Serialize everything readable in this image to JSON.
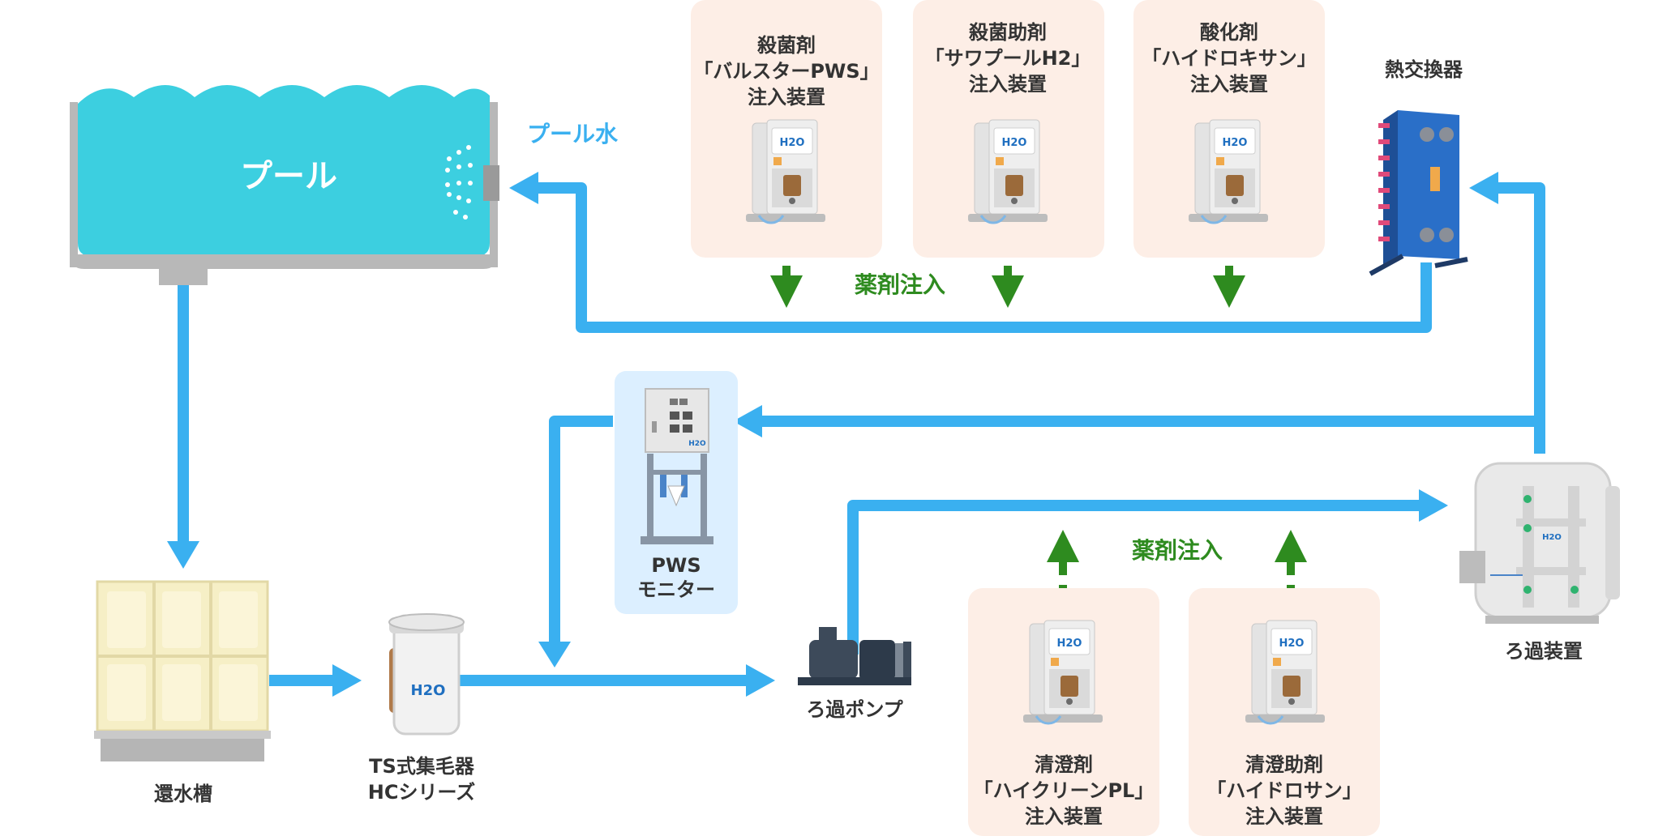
{
  "labels": {
    "pool": "プール",
    "pool_water": "プール水",
    "return_tank": "還水槽",
    "strainer_line1": "TS式集毛器",
    "strainer_line2": "HCシリーズ",
    "filter_pump": "ろ過ポンプ",
    "monitor_line1": "PWS",
    "monitor_line2": "モニター",
    "filter_unit": "ろ過装置",
    "heat_exchanger": "熱交換器",
    "chemical_injection_top": "薬剤注入",
    "chemical_injection_bottom": "薬剤注入"
  },
  "injectors_top": [
    {
      "line1": "殺菌剤",
      "line2": "「バルスターPWS」",
      "line3": "注入装置"
    },
    {
      "line1": "殺菌助剤",
      "line2": "「サワプールH2」",
      "line3": "注入装置"
    },
    {
      "line1": "酸化剤",
      "line2": "「ハイドロキサン」",
      "line3": "注入装置"
    }
  ],
  "injectors_bottom": [
    {
      "line1": "清澄剤",
      "line2": "「ハイクリーンPL」",
      "line3": "注入装置"
    },
    {
      "line1": "清澄助剤",
      "line2": "「ハイドロサン」",
      "line3": "注入装置"
    }
  ],
  "logo_text": "H2O",
  "colors": {
    "flow": "#3ab0f0",
    "pool_water": "#3ccfe0",
    "injection": "#2e8b1f",
    "injector_bg": "#fdeee6",
    "monitor_bg": "#dcefff",
    "heat_exchanger": "#2a6fc8",
    "tank": "#f6efc6"
  }
}
